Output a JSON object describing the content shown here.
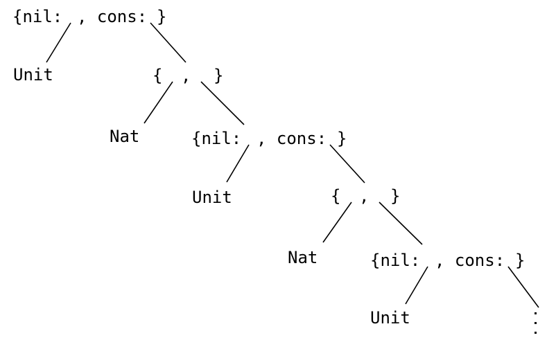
{
  "tokens": {
    "nil_open": "{nil:",
    "cons_mid": ", cons:",
    "close": "}",
    "pair_open": "{",
    "pair_comma": ",",
    "unit": "Unit",
    "nat": "Nat"
  },
  "colors": {
    "ink": "#000000",
    "background": "#ffffff"
  }
}
